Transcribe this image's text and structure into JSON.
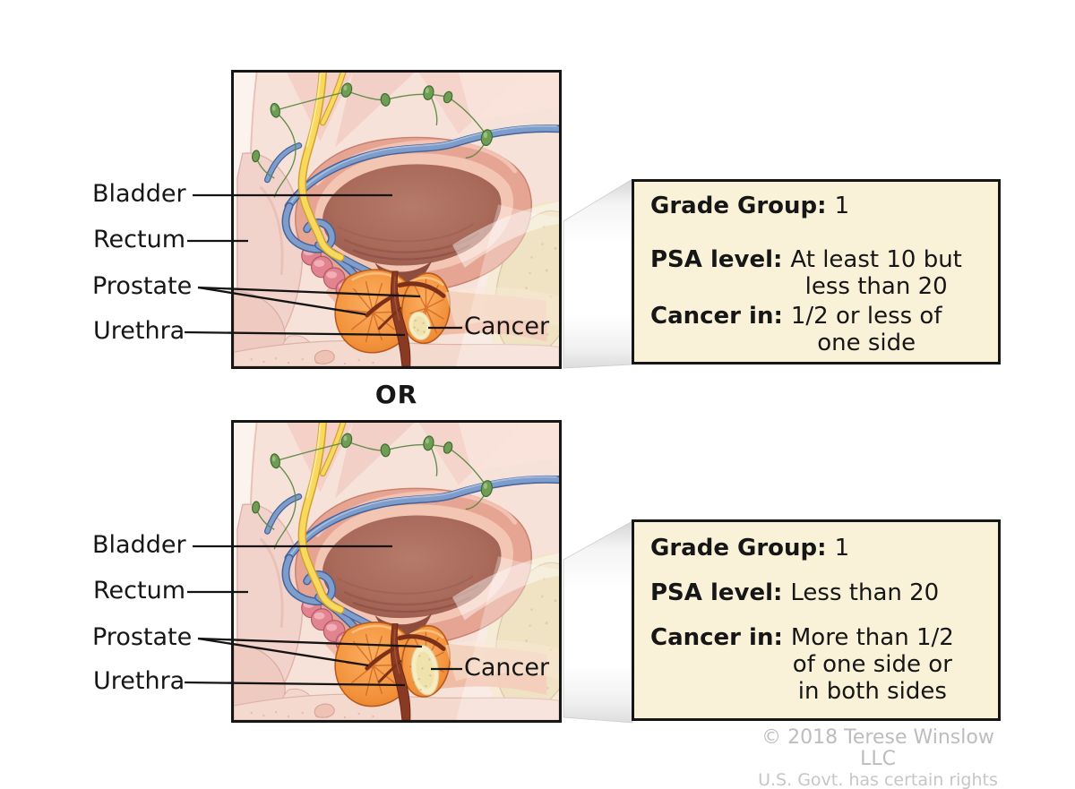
{
  "figure": {
    "or_separator": "OR",
    "copyright": {
      "line1": "© 2018 Terese Winslow LLC",
      "line2": "U.S. Govt. has certain rights"
    }
  },
  "panels": [
    {
      "labels": {
        "bladder": "Bladder",
        "rectum": "Rectum",
        "prostate": "Prostate",
        "urethra": "Urethra",
        "cancer": "Cancer"
      },
      "info_box": {
        "grade_group_label": "Grade Group:",
        "grade_group_value": "1",
        "psa_label": "PSA level:",
        "psa_value": "At least 10 but\nless than 20",
        "cancer_in_label": "Cancer in:",
        "cancer_in_value": "1/2 or less of\none side"
      }
    },
    {
      "labels": {
        "bladder": "Bladder",
        "rectum": "Rectum",
        "prostate": "Prostate",
        "urethra": "Urethra",
        "cancer": "Cancer"
      },
      "info_box": {
        "grade_group_label": "Grade Group:",
        "grade_group_value": "1",
        "psa_label": "PSA level:",
        "psa_value": "Less than 20",
        "cancer_in_label": "Cancer in:",
        "cancer_in_value": "More than 1/2\nof one side or\nin both sides"
      }
    }
  ],
  "colors": {
    "info_box_bg": "#faf2d8",
    "outline_black": "#161616",
    "background_pink": "#f7e2da",
    "bladder_wall": "#e6a493",
    "bladder_interior": "#a96a5a",
    "prostate_orange": "#f2903a",
    "cancer_pale_yellow": "#f5ecc3",
    "urethra_dark_red": "#8a3a22",
    "vessel_blue": "#7e9dca",
    "duct_yellow": "#f6d95e",
    "lymph_node_green": "#6f9d54",
    "seminal_vesicle_pink": "#e28490",
    "bone_cream": "#e9d7a9",
    "copyright_gray": "#bdbdbd"
  }
}
